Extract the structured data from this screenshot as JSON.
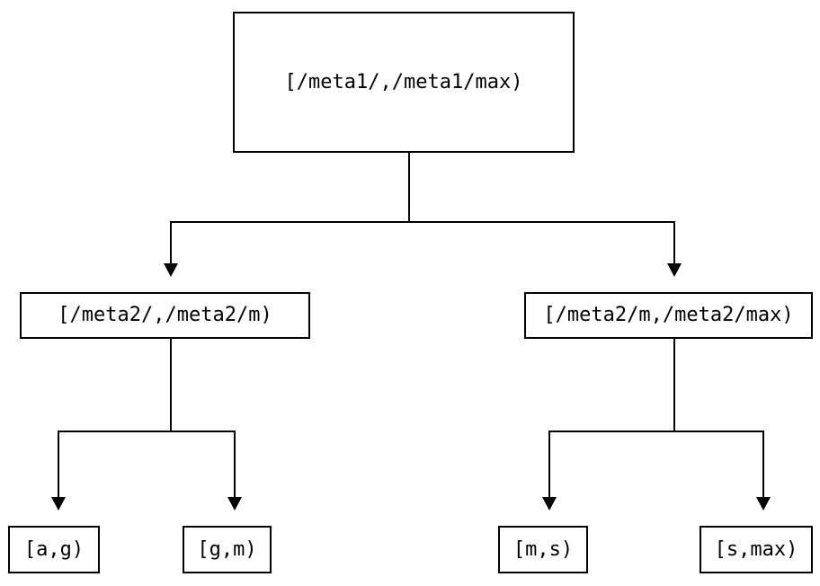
{
  "diagram": {
    "type": "binary-interval-tree",
    "nodes": {
      "root": {
        "label": "[/meta1/,/meta1/max)"
      },
      "left_child": {
        "label": "[/meta2/,/meta2/m)"
      },
      "right_child": {
        "label": "[/meta2/m,/meta2/max)"
      },
      "leaf_ag": {
        "label": "[a,g)"
      },
      "leaf_gm": {
        "label": "[g,m)"
      },
      "leaf_ms": {
        "label": "[m,s)"
      },
      "leaf_smax": {
        "label": "[s,max)"
      }
    },
    "edges": [
      {
        "from": "root",
        "to": "left_child"
      },
      {
        "from": "root",
        "to": "right_child"
      },
      {
        "from": "left_child",
        "to": "leaf_ag"
      },
      {
        "from": "left_child",
        "to": "leaf_gm"
      },
      {
        "from": "right_child",
        "to": "leaf_ms"
      },
      {
        "from": "right_child",
        "to": "leaf_smax"
      }
    ],
    "colors": {
      "line": "#000000",
      "box_border": "#000000",
      "box_fill": "#ffffff",
      "text": "#000000",
      "background": "#ffffff"
    }
  }
}
